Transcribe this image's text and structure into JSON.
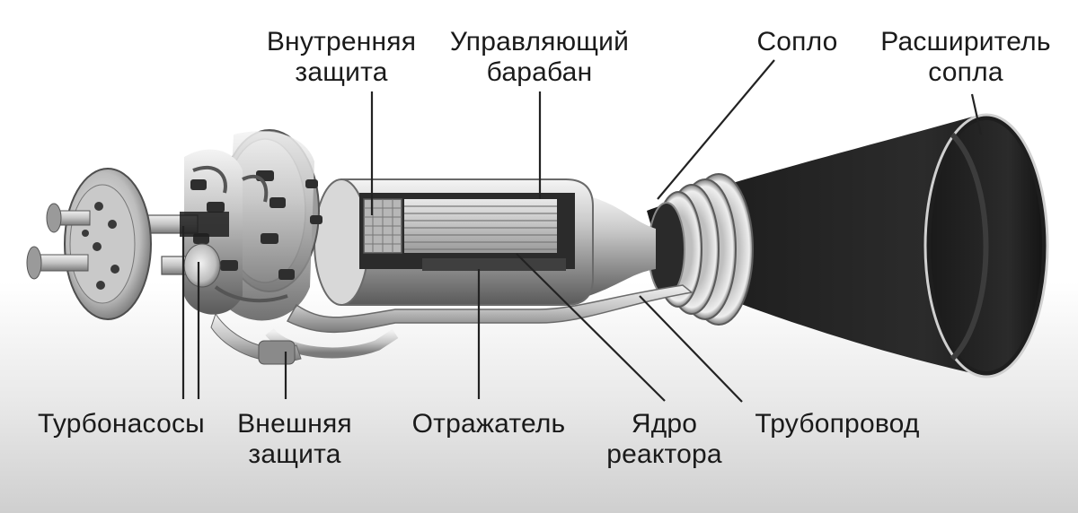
{
  "labels": {
    "inner_shield": [
      "Внутренняя",
      "защита"
    ],
    "control_drum": [
      "Управляющий",
      "барабан"
    ],
    "nozzle": [
      "Сопло"
    ],
    "nozzle_extension": [
      "Расширитель",
      "сопла"
    ],
    "turbopumps": [
      "Турбонасосы"
    ],
    "outer_shield": [
      "Внешняя",
      "защита"
    ],
    "reflector": [
      "Отражатель"
    ],
    "reactor_core": [
      "Ядро",
      "реактора"
    ],
    "pipeline": [
      "Трубопровод"
    ]
  }
}
